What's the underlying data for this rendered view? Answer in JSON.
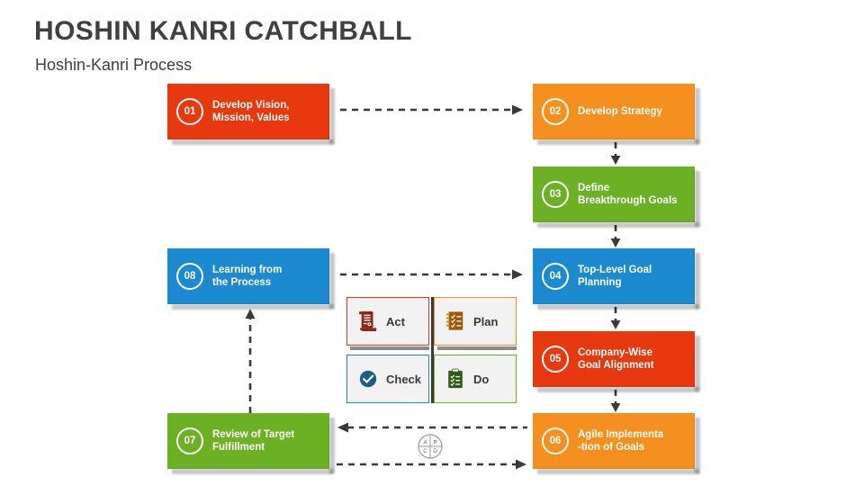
{
  "header": {
    "title": "HOSHIN KANRI CATCHBALL",
    "subtitle": "Hoshin-Kanri Process"
  },
  "colors": {
    "red": "#E8380D",
    "orange": "#F5901F",
    "green": "#6CB024",
    "blue": "#1C8AD1",
    "red_dark": "#DE3A16",
    "cell_bg": "#F2F2F2",
    "text_dark": "#404040"
  },
  "steps": [
    {
      "number": "01",
      "label": "Develop Vision,\nMission, Values",
      "color": "#E8380D"
    },
    {
      "number": "02",
      "label": "Develop Strategy",
      "color": "#F5901F"
    },
    {
      "number": "03",
      "label": "Define\nBreakthrough Goals",
      "color": "#6CB024"
    },
    {
      "number": "04",
      "label": "Top-Level Goal\nPlanning",
      "color": "#1C8AD1"
    },
    {
      "number": "05",
      "label": "Company-Wise\nGoal Alignment",
      "color": "#E8380D"
    },
    {
      "number": "06",
      "label": "Agile Implementa\n-tion of Goals",
      "color": "#F5901F"
    },
    {
      "number": "07",
      "label": "Review of Target\nFulfillment",
      "color": "#6CB024"
    },
    {
      "number": "08",
      "label": "Learning from\nthe Process",
      "color": "#1C8AD1"
    }
  ],
  "pdca": {
    "cells": [
      {
        "key": "act",
        "label": "Act",
        "border": "#E8380D",
        "icon": "scroll-icon",
        "icon_color": "#8C2616"
      },
      {
        "key": "plan",
        "label": "Plan",
        "border": "#F5901F",
        "icon": "notebook-list-icon",
        "icon_color": "#9C5A06"
      },
      {
        "key": "check",
        "label": "Check",
        "border": "#1C8AD1",
        "icon": "check-circle-icon",
        "icon_color": "#1B5F86"
      },
      {
        "key": "do",
        "label": "Do",
        "border": "#6CB024",
        "icon": "clipboard-check-icon",
        "icon_color": "#2E5B16"
      }
    ],
    "wheel": {
      "top_left": "A",
      "top_right": "P",
      "bottom_left": "C",
      "bottom_right": "D"
    }
  },
  "connectors": [
    {
      "name": "arrow-01-to-02",
      "direction": "right"
    },
    {
      "name": "arrow-02-to-03",
      "direction": "down"
    },
    {
      "name": "arrow-03-to-04",
      "direction": "down"
    },
    {
      "name": "arrow-04-to-05",
      "direction": "down"
    },
    {
      "name": "arrow-05-to-06",
      "direction": "down"
    },
    {
      "name": "arrow-08-to-04",
      "direction": "right"
    },
    {
      "name": "arrow-06-to-07",
      "direction": "left"
    },
    {
      "name": "arrow-07-to-06",
      "direction": "right"
    },
    {
      "name": "arrow-07-to-08",
      "direction": "up"
    }
  ]
}
